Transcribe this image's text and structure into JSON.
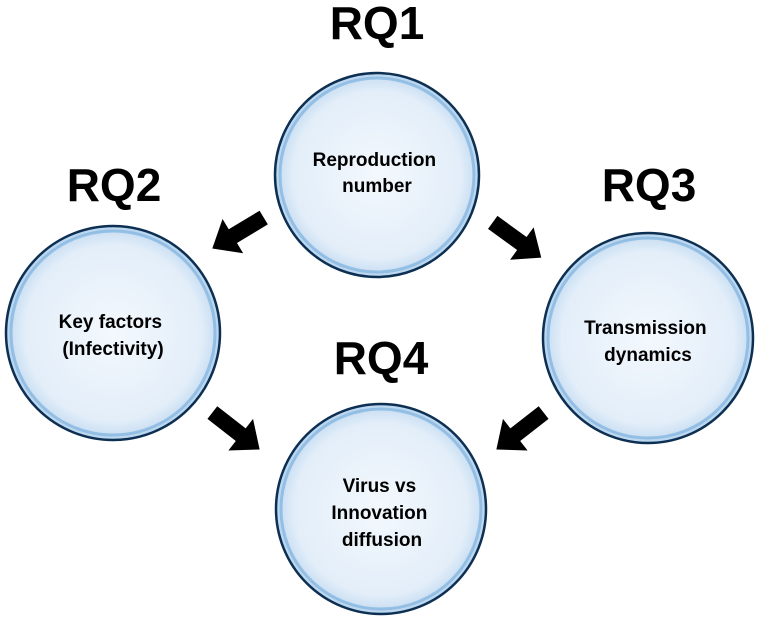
{
  "nodes": [
    {
      "id": "rq1",
      "label": "RQ1",
      "lines": [
        "Reproduction",
        "number"
      ]
    },
    {
      "id": "rq2",
      "label": "RQ2",
      "lines": [
        "Key factors",
        "(Infectivity)"
      ]
    },
    {
      "id": "rq3",
      "label": "RQ3",
      "lines": [
        "Transmission",
        "dynamics"
      ]
    },
    {
      "id": "rq4",
      "label": "RQ4",
      "lines": [
        "Virus vs",
        "Innovation",
        "diffusion"
      ]
    }
  ],
  "edges": [
    {
      "from": "rq1",
      "to": "rq2"
    },
    {
      "from": "rq1",
      "to": "rq3"
    },
    {
      "from": "rq2",
      "to": "rq4"
    },
    {
      "from": "rq3",
      "to": "rq4"
    }
  ],
  "colors": {
    "circle_fill_center": "#f3f8fd",
    "circle_fill_edge": "#cfe2f4",
    "circle_ring": "#5a9bd0",
    "circle_outline": "#0d2f52",
    "arrow": "#000000",
    "text": "#000000"
  }
}
